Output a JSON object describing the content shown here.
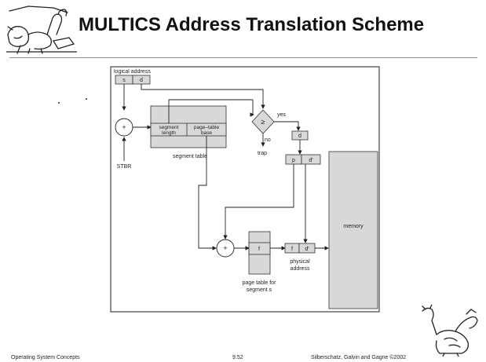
{
  "slide": {
    "title": "MULTICS Address Translation Scheme",
    "footer_left": "Operating System Concepts",
    "footer_center": "9.52",
    "footer_right": "Silberschatz, Galvin and  Gagne ©2002"
  },
  "diagram": {
    "logical_address_label": "logical address",
    "s": "s",
    "d": "d",
    "plus": "+",
    "stbr": "STBR",
    "segment_length": [
      "segment",
      "length"
    ],
    "page_table_base": [
      "page–table",
      "base"
    ],
    "segment_table_label": "segment table",
    "compare": "≥",
    "yes": "yes",
    "no": "no",
    "trap": "trap",
    "p": "p",
    "d_prime": "d'",
    "f": "f",
    "page_table_label": [
      "page table for",
      "segment s"
    ],
    "physical_address_label": [
      "physical",
      "address"
    ],
    "memory": "memory"
  }
}
